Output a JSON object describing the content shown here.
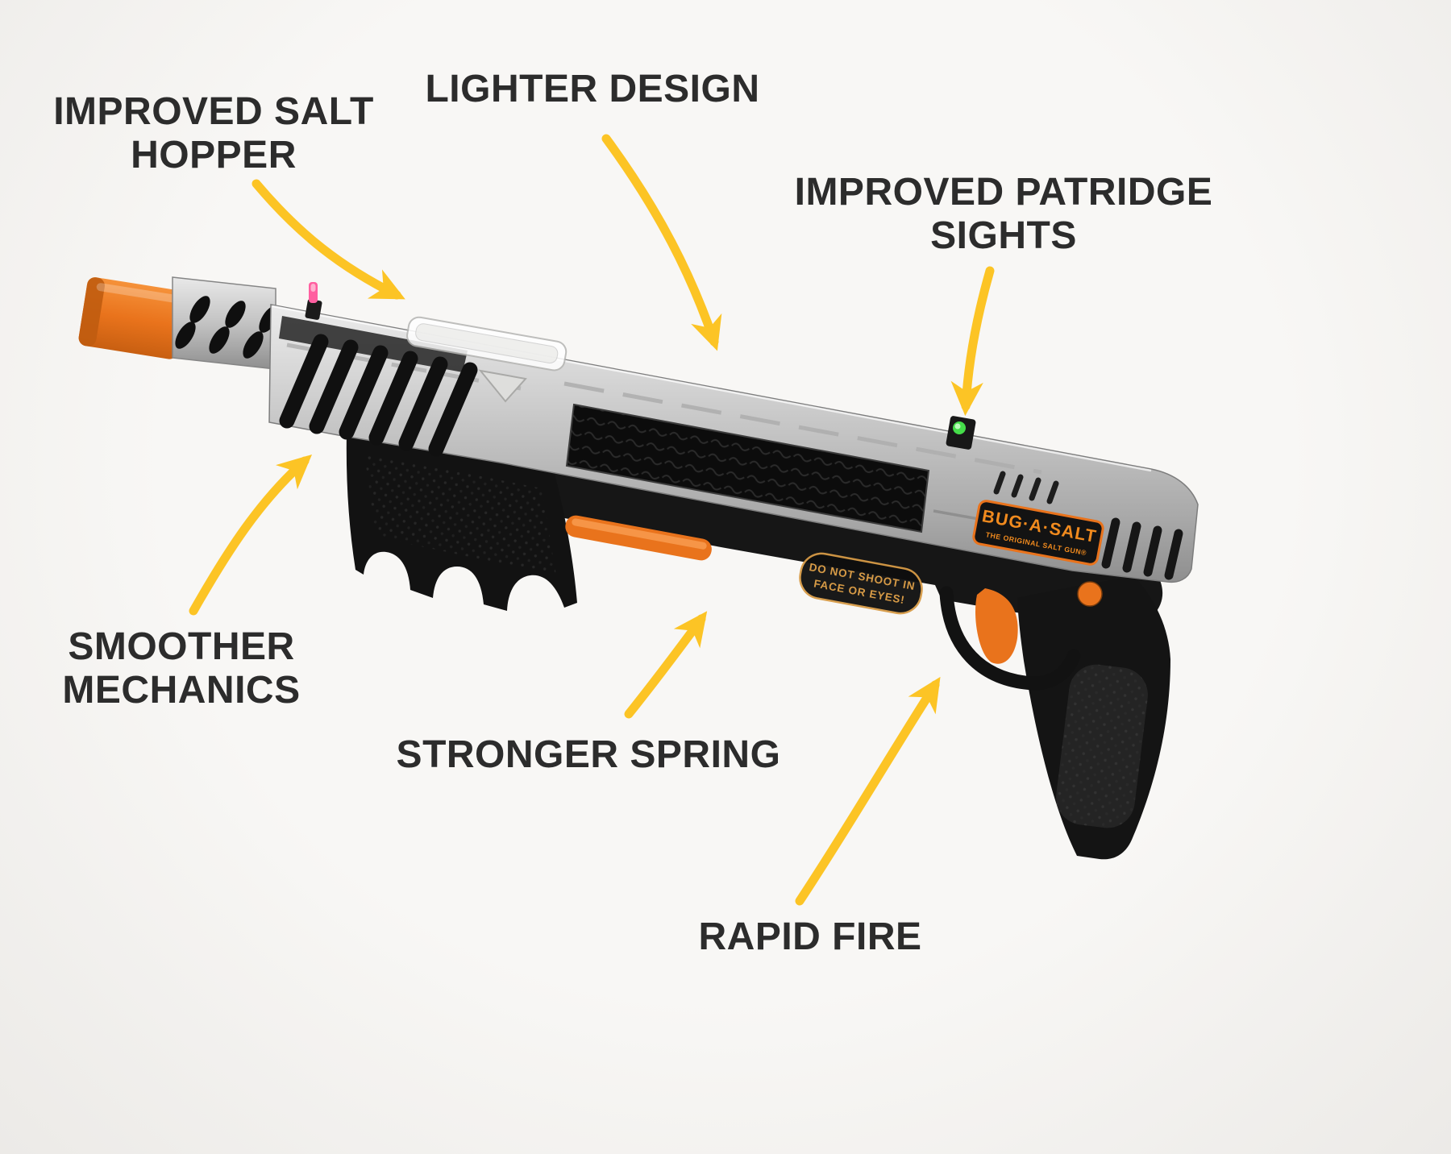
{
  "page": {
    "background": "#f4f3f1"
  },
  "colors": {
    "label_ink": "#2c2c2c",
    "arrow_yellow": "#fcc425",
    "accent_orange": "#e9731c",
    "badge_text_orange": "#f08a1e",
    "warning_text_tan": "#d69a46",
    "sight_front_pink": "#ff5fa0",
    "sight_rear_green": "#45dd4a",
    "body_silver": "#c9c9c9",
    "body_black": "#161616"
  },
  "callouts": {
    "improved_salt_hopper": "IMPROVED SALT\nHOPPER",
    "lighter_design": "LIGHTER DESIGN",
    "improved_patridge_sights": "IMPROVED PATRIDGE\nSIGHTS",
    "smoother_mechanics": "SMOOTHER\nMECHANICS",
    "stronger_spring": "STRONGER SPRING",
    "rapid_fire": "RAPID FIRE"
  },
  "product": {
    "brand_name": "BUG·A·SALT",
    "brand_tagline": "THE ORIGINAL SALT GUN®",
    "warning_line1": "DO NOT SHOOT IN",
    "warning_line2": "FACE OR EYES!"
  }
}
